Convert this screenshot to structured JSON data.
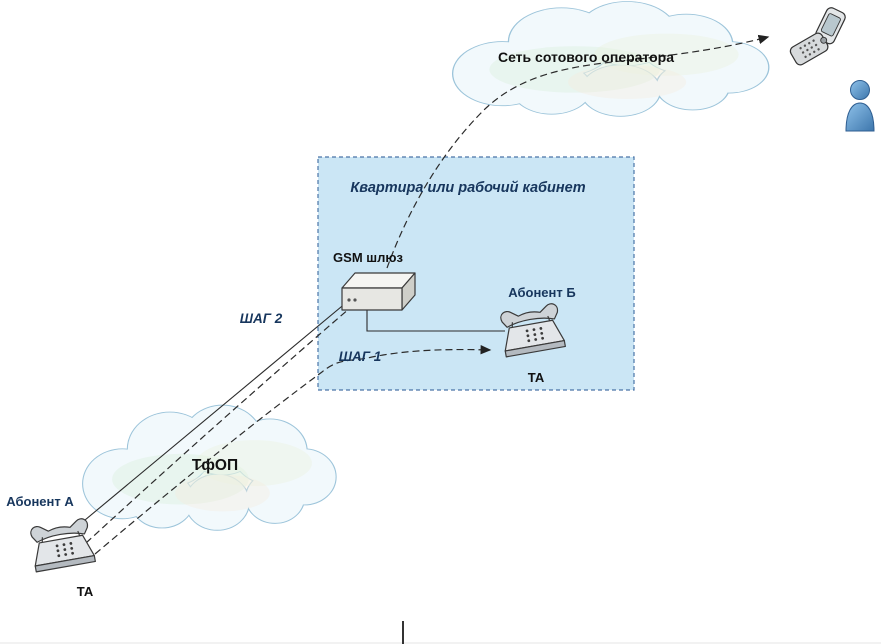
{
  "labels": {
    "cellular_cloud": "Сеть сотового оператора",
    "room": "Квартира или рабочий кабинет",
    "gateway": "GSM шлюз",
    "subscriber_b": "Абонент Б",
    "subscriber_b_phone": "ТА",
    "step_1": "ШАГ 1",
    "step_2": "ШАГ 2",
    "pstn_cloud": "ТфОП",
    "subscriber_a": "Абонент А",
    "subscriber_a_phone": "ТА"
  },
  "colors": {
    "room_fill": "#cbe6f5",
    "room_border": "#4a74a8",
    "cloud_fill": "#f2f9fc",
    "cloud_stroke": "#9cc4da",
    "navy_label": "#17365d",
    "black_label": "#111111",
    "line": "#2b2b2b",
    "person_blue": "#4e84b8"
  },
  "icons": {
    "gsm_gateway": "3d-box-device",
    "desk_phone": "desk-telephone",
    "mobile_phone": "flip-phone",
    "person": "person-bust",
    "cloud": "network-cloud",
    "arrow": "dashed-arrow"
  }
}
